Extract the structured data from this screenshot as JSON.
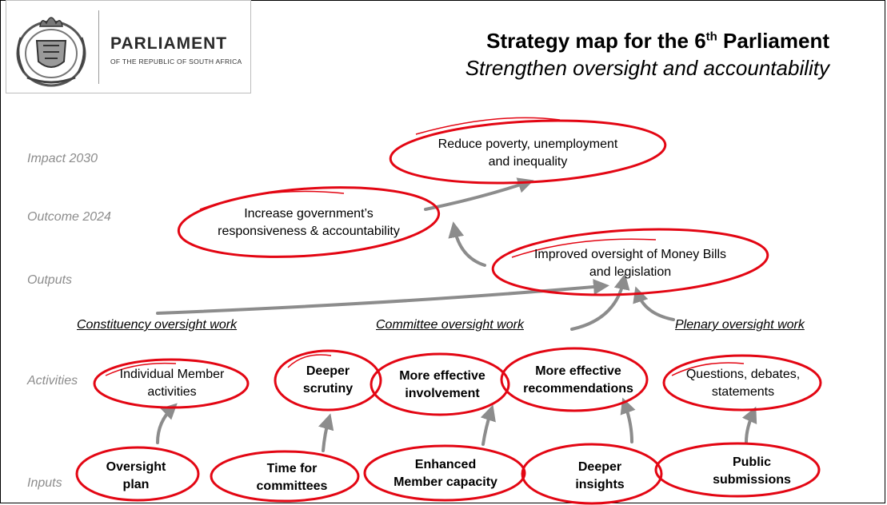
{
  "logo": {
    "name": "PARLIAMENT",
    "sub": "OF THE REPUBLIC OF SOUTH AFRICA"
  },
  "header": {
    "title_main": "Strategy map for the 6",
    "title_sup": "th",
    "title_end": " Parliament",
    "subtitle": "Strengthen oversight and accountability"
  },
  "levels": {
    "impact": "Impact 2030",
    "outcome": "Outcome 2024",
    "outputs": "Outputs",
    "activities": "Activities",
    "inputs": "Inputs"
  },
  "work_streams": {
    "constituency": "Constituency oversight work",
    "committee": "Committee oversight work",
    "plenary": "Plenary oversight work"
  },
  "nodes": {
    "impact": "Reduce poverty, unemployment\nand inequality",
    "outcome": "Increase government’s\nresponsiveness & accountability",
    "output": "Improved oversight of Money Bills\nand legislation",
    "act_individual": "Individual Member\nactivities",
    "act_scrutiny": "Deeper\nscrutiny",
    "act_involvement": "More effective\ninvolvement",
    "act_recommendations": "More effective\nrecommendations",
    "act_questions": "Questions, debates,\nstatements",
    "in_plan": "Oversight\nplan",
    "in_time": "Time for\ncommittees",
    "in_capacity": "Enhanced\nMember capacity",
    "in_insights": "Deeper\ninsights",
    "in_submissions": "Public\nsubmissions"
  },
  "colors": {
    "ellipse": "#e30613",
    "arrow": "#8c8c8c",
    "level_label": "#8c8c8c"
  }
}
